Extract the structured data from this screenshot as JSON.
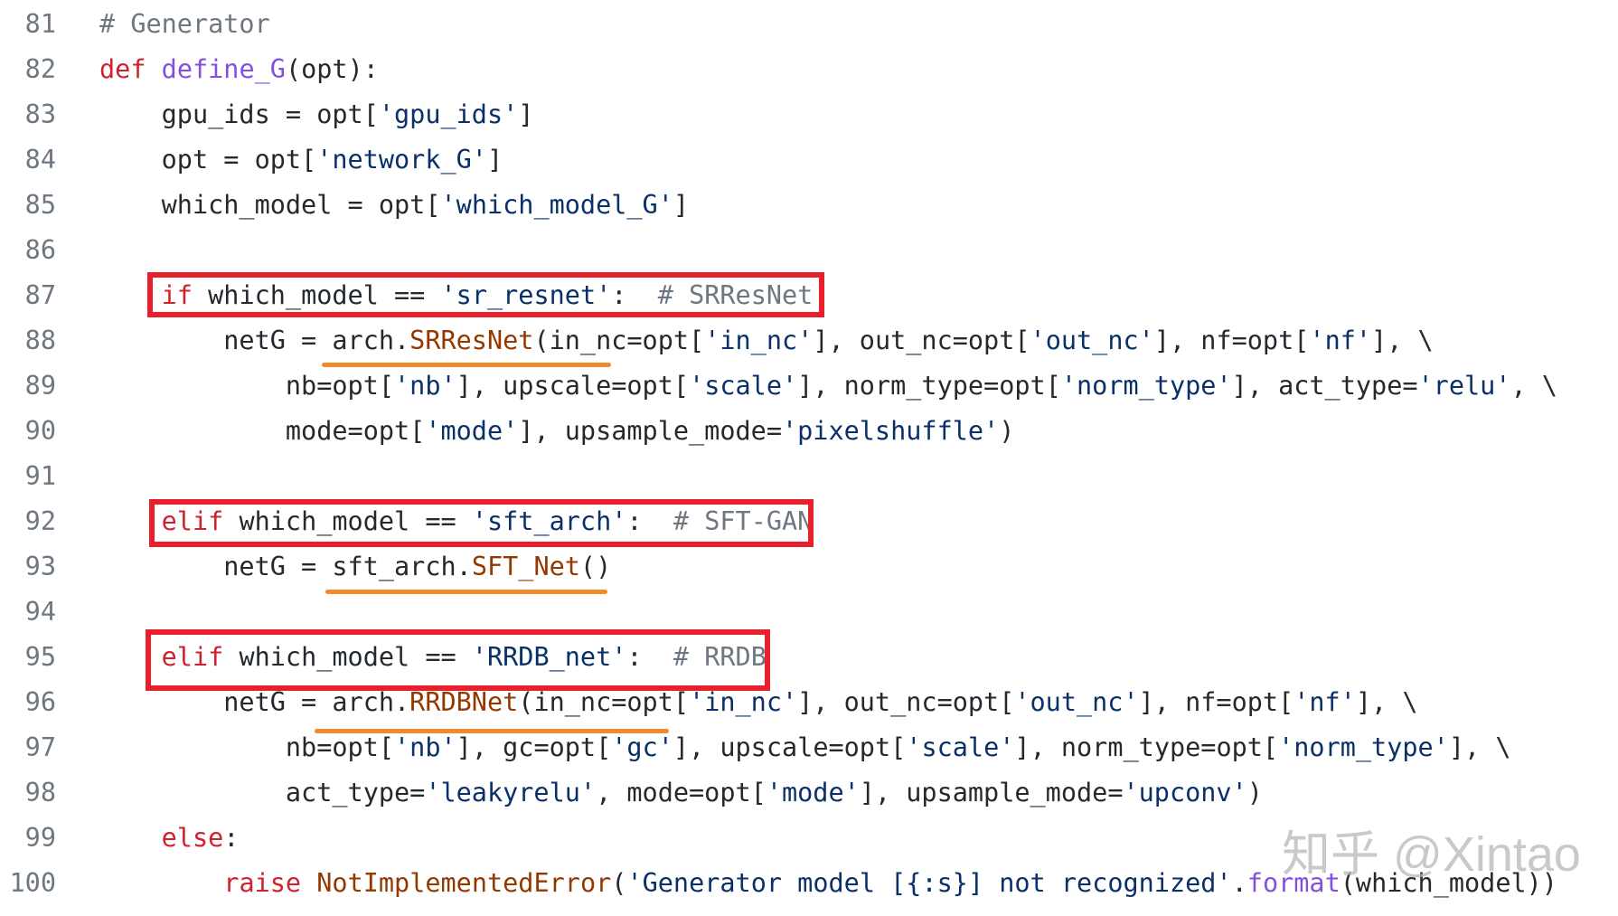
{
  "lines": [
    {
      "n": "81",
      "tokens": [
        {
          "t": "# Generator",
          "c": "cm"
        }
      ]
    },
    {
      "n": "82",
      "tokens": [
        {
          "t": "def",
          "c": "kw"
        },
        {
          "t": " "
        },
        {
          "t": "define_G",
          "c": "fn"
        },
        {
          "t": "(opt):"
        }
      ]
    },
    {
      "n": "83",
      "tokens": [
        {
          "t": "    gpu_ids = opt["
        },
        {
          "t": "'gpu_ids'",
          "c": "str"
        },
        {
          "t": "]"
        }
      ]
    },
    {
      "n": "84",
      "tokens": [
        {
          "t": "    opt = opt["
        },
        {
          "t": "'network_G'",
          "c": "str"
        },
        {
          "t": "]"
        }
      ]
    },
    {
      "n": "85",
      "tokens": [
        {
          "t": "    which_model = opt["
        },
        {
          "t": "'which_model_G'",
          "c": "str"
        },
        {
          "t": "]"
        }
      ]
    },
    {
      "n": "86",
      "tokens": []
    },
    {
      "n": "87",
      "tokens": [
        {
          "t": "    "
        },
        {
          "t": "if",
          "c": "kw"
        },
        {
          "t": " which_model == "
        },
        {
          "t": "'sr_resnet'",
          "c": "str"
        },
        {
          "t": ":  "
        },
        {
          "t": "# SRResNet",
          "c": "cm"
        }
      ]
    },
    {
      "n": "88",
      "tokens": [
        {
          "t": "        netG = arch."
        },
        {
          "t": "SRResNet",
          "c": "cls"
        },
        {
          "t": "(in_nc=opt["
        },
        {
          "t": "'in_nc'",
          "c": "str"
        },
        {
          "t": "], out_nc=opt["
        },
        {
          "t": "'out_nc'",
          "c": "str"
        },
        {
          "t": "], nf=opt["
        },
        {
          "t": "'nf'",
          "c": "str"
        },
        {
          "t": "], \\"
        }
      ]
    },
    {
      "n": "89",
      "tokens": [
        {
          "t": "            nb=opt["
        },
        {
          "t": "'nb'",
          "c": "str"
        },
        {
          "t": "], upscale=opt["
        },
        {
          "t": "'scale'",
          "c": "str"
        },
        {
          "t": "], norm_type=opt["
        },
        {
          "t": "'norm_type'",
          "c": "str"
        },
        {
          "t": "], act_type="
        },
        {
          "t": "'relu'",
          "c": "str"
        },
        {
          "t": ", \\"
        }
      ]
    },
    {
      "n": "90",
      "tokens": [
        {
          "t": "            mode=opt["
        },
        {
          "t": "'mode'",
          "c": "str"
        },
        {
          "t": "], upsample_mode="
        },
        {
          "t": "'pixelshuffle'",
          "c": "str"
        },
        {
          "t": ")"
        }
      ]
    },
    {
      "n": "91",
      "tokens": []
    },
    {
      "n": "92",
      "tokens": [
        {
          "t": "    "
        },
        {
          "t": "elif",
          "c": "kw"
        },
        {
          "t": " which_model == "
        },
        {
          "t": "'sft_arch'",
          "c": "str"
        },
        {
          "t": ":  "
        },
        {
          "t": "# SFT-GAN",
          "c": "cm"
        }
      ]
    },
    {
      "n": "93",
      "tokens": [
        {
          "t": "        netG = sft_arch."
        },
        {
          "t": "SFT_Net",
          "c": "cls"
        },
        {
          "t": "()"
        }
      ]
    },
    {
      "n": "94",
      "tokens": []
    },
    {
      "n": "95",
      "tokens": [
        {
          "t": "    "
        },
        {
          "t": "elif",
          "c": "kw"
        },
        {
          "t": " which_model == "
        },
        {
          "t": "'RRDB_net'",
          "c": "str"
        },
        {
          "t": ":  "
        },
        {
          "t": "# RRDB",
          "c": "cm"
        }
      ]
    },
    {
      "n": "96",
      "tokens": [
        {
          "t": "        netG = arch."
        },
        {
          "t": "RRDBNet",
          "c": "cls"
        },
        {
          "t": "(in_nc=opt["
        },
        {
          "t": "'in_nc'",
          "c": "str"
        },
        {
          "t": "], out_nc=opt["
        },
        {
          "t": "'out_nc'",
          "c": "str"
        },
        {
          "t": "], nf=opt["
        },
        {
          "t": "'nf'",
          "c": "str"
        },
        {
          "t": "], \\"
        }
      ]
    },
    {
      "n": "97",
      "tokens": [
        {
          "t": "            nb=opt["
        },
        {
          "t": "'nb'",
          "c": "str"
        },
        {
          "t": "], gc=opt["
        },
        {
          "t": "'gc'",
          "c": "str"
        },
        {
          "t": "], upscale=opt["
        },
        {
          "t": "'scale'",
          "c": "str"
        },
        {
          "t": "], norm_type=opt["
        },
        {
          "t": "'norm_type'",
          "c": "str"
        },
        {
          "t": "], \\"
        }
      ]
    },
    {
      "n": "98",
      "tokens": [
        {
          "t": "            act_type="
        },
        {
          "t": "'leakyrelu'",
          "c": "str"
        },
        {
          "t": ", mode=opt["
        },
        {
          "t": "'mode'",
          "c": "str"
        },
        {
          "t": "], upsample_mode="
        },
        {
          "t": "'upconv'",
          "c": "str"
        },
        {
          "t": ")"
        }
      ]
    },
    {
      "n": "99",
      "tokens": [
        {
          "t": "    "
        },
        {
          "t": "else",
          "c": "kw"
        },
        {
          "t": ":"
        }
      ]
    },
    {
      "n": "100",
      "tokens": [
        {
          "t": "        "
        },
        {
          "t": "raise",
          "c": "kw"
        },
        {
          "t": " "
        },
        {
          "t": "NotImplementedError",
          "c": "cls"
        },
        {
          "t": "("
        },
        {
          "t": "'Generator model [{:s}] not recognized'",
          "c": "str"
        },
        {
          "t": "."
        },
        {
          "t": "format",
          "c": "fn"
        },
        {
          "t": "(which_model))"
        }
      ]
    }
  ],
  "highlight_boxes": [
    "if-sr-resnet",
    "elif-sft-arch",
    "elif-rrdb-net"
  ],
  "colors": {
    "keyword": "#cf222e",
    "function": "#8250df",
    "string": "#0a3069",
    "comment": "#6e7781",
    "class": "#953800",
    "box_border": "#e8202c",
    "underline": "#f08a2a"
  },
  "watermark": {
    "text": "知乎 @Xintao"
  }
}
